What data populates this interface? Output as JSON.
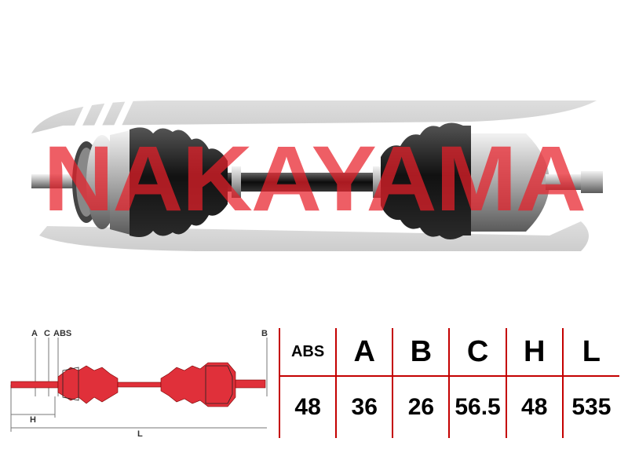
{
  "brand": {
    "watermark": "NAKAYAMA",
    "watermark_color": "#e8202a"
  },
  "schematic": {
    "labels": {
      "a": "A",
      "c": "C",
      "abs": "ABS",
      "b": "B",
      "h": "H",
      "l": "L"
    }
  },
  "spec_table": {
    "headers": [
      "ABS",
      "A",
      "B",
      "C",
      "H",
      "L"
    ],
    "values": [
      "48",
      "36",
      "26",
      "56.5",
      "48",
      "535"
    ]
  },
  "colors": {
    "accent": "#c40000",
    "shaft_red": "#e0303a"
  }
}
